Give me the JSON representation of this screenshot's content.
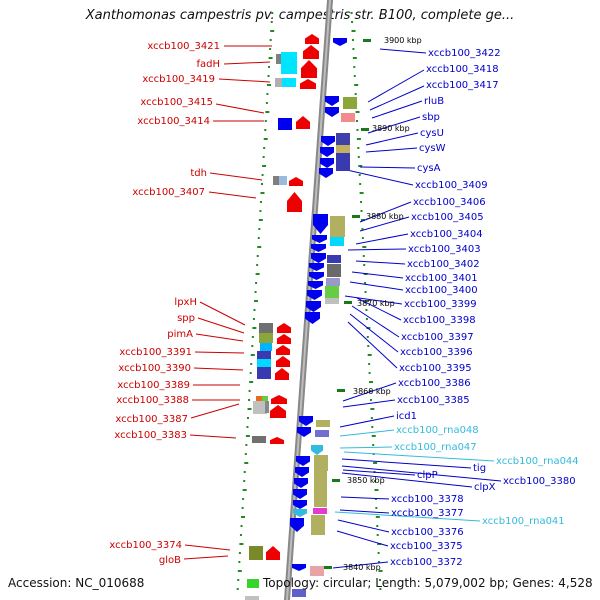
{
  "title": "Xanthomonas campestris pv. campestris str. B100, complete ge...",
  "footer": {
    "accession": "Accession: NC_010688",
    "stats": "Topology: circular; Length: 5,079,002 bp; Genes: 4,528"
  },
  "colors": {
    "left_label": "#cc0000",
    "right_label": "#0000cc",
    "rna_label": "#33bbdd",
    "forward_gene": "#ee0000",
    "reverse_gene": "#0000ee",
    "backbone": "#888888",
    "tick": "#228b22",
    "legend": "#39d42a"
  },
  "kbp_markers": [
    "3900 kbp",
    "3890 kbp",
    "3880 kbp",
    "3870 kbp",
    "3860 kbp",
    "3850 kbp",
    "3840 kbp"
  ],
  "left_labels": [
    "xccb100_3421",
    "fadH",
    "xccb100_3419",
    "xccb100_3415",
    "xccb100_3414",
    "tdh",
    "xccb100_3407",
    "lpxH",
    "spp",
    "pimA",
    "xccb100_3391",
    "xccb100_3390",
    "xccb100_3389",
    "xccb100_3388",
    "xccb100_3387",
    "xccb100_3383",
    "xccb100_3374",
    "gloB"
  ],
  "right_labels": [
    "xccb100_3422",
    "xccb100_3418",
    "xccb100_3417",
    "rluB",
    "sbp",
    "cysU",
    "cysW",
    "cysA",
    "xccb100_3409",
    "xccb100_3406",
    "xccb100_3405",
    "xccb100_3404",
    "xccb100_3403",
    "xccb100_3402",
    "xccb100_3401",
    "xccb100_3400",
    "xccb100_3399",
    "xccb100_3398",
    "xccb100_3397",
    "xccb100_3396",
    "xccb100_3395",
    "xccb100_3386",
    "xccb100_3385",
    "icd1",
    "xccb100_rna048",
    "xccb100_rna047",
    "xccb100_rna044",
    "tig",
    "xccb100_3380",
    "clpP",
    "clpX",
    "xccb100_3378",
    "xccb100_3377",
    "xccb100_rna041",
    "xccb100_3376",
    "xccb100_3375",
    "xccb100_3372"
  ]
}
